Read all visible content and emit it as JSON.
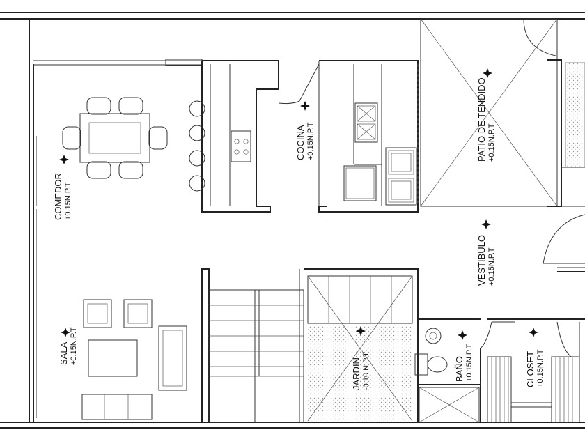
{
  "rooms": {
    "comedor": {
      "name": "COMEDOR",
      "level": "+0.15N.P.T"
    },
    "cocina": {
      "name": "COCINA",
      "level": "+0.15N.P.T"
    },
    "patio": {
      "name": "PATIO DE TENDIDO",
      "level": "+0.15N.P.T"
    },
    "vestibulo": {
      "name": "VESTIBULO",
      "level": "+0.15N.P.T"
    },
    "sala": {
      "name": "SALA",
      "level": "+0.15N.P.T"
    },
    "jardin": {
      "name": "JARDIN",
      "level": "-0.10 N.P.T"
    },
    "bano": {
      "name": "BAÑO",
      "level": "+0.15N.P.T"
    },
    "closet": {
      "name": "CLOSET",
      "level": "+0.15N.P.T"
    }
  },
  "colors": {
    "line": "#222222",
    "background": "#ffffff",
    "hatch": "#bdbdbd"
  }
}
